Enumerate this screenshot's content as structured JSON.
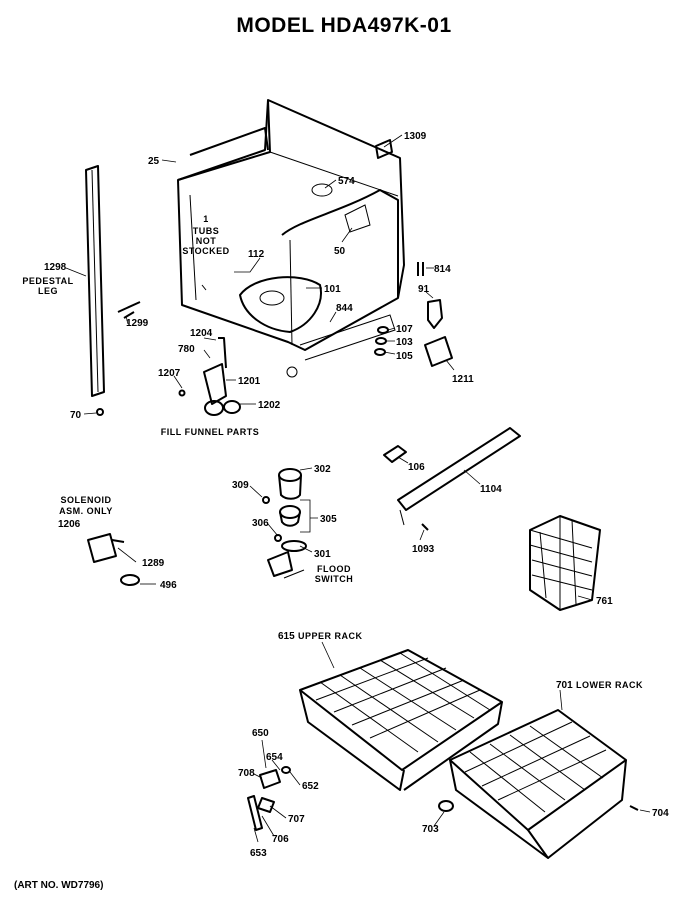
{
  "title": "MODEL HDA497K-01",
  "art_number": "(ART NO. WD7796)",
  "captions": {
    "tubs_not_stocked": [
      "1",
      "TUBS",
      "NOT",
      "STOCKED"
    ],
    "pedestal_leg": [
      "PEDESTAL",
      "LEG"
    ],
    "fill_funnel_parts": "FILL FUNNEL PARTS",
    "solenoid_asm_only": [
      "SOLENOID",
      "ASM. ONLY"
    ],
    "flood_switch": [
      "FLOOD",
      "SWITCH"
    ],
    "upper_rack": "UPPER RACK",
    "lower_rack": "LOWER RACK"
  },
  "parts": {
    "p25": "25",
    "p1309": "1309",
    "p574": "574",
    "p50": "50",
    "p112": "112",
    "p814": "814",
    "p91": "91",
    "p101": "101",
    "p844": "844",
    "p107": "107",
    "p103": "103",
    "p105": "105",
    "p1211": "1211",
    "p1298": "1298",
    "p1299": "1299",
    "p70": "70",
    "p1204": "1204",
    "p780": "780",
    "p1207": "1207",
    "p1201": "1201",
    "p1202": "1202",
    "p106": "106",
    "p1104": "1104",
    "p1093": "1093",
    "p302": "302",
    "p309": "309",
    "p306": "306",
    "p305": "305",
    "p301": "301",
    "p1206": "1206",
    "p1289": "1289",
    "p496": "496",
    "p761": "761",
    "p615": "615",
    "p701": "701",
    "p650": "650",
    "p654": "654",
    "p708": "708",
    "p652": "652",
    "p707": "707",
    "p706": "706",
    "p653": "653",
    "p703": "703",
    "p704": "704"
  }
}
